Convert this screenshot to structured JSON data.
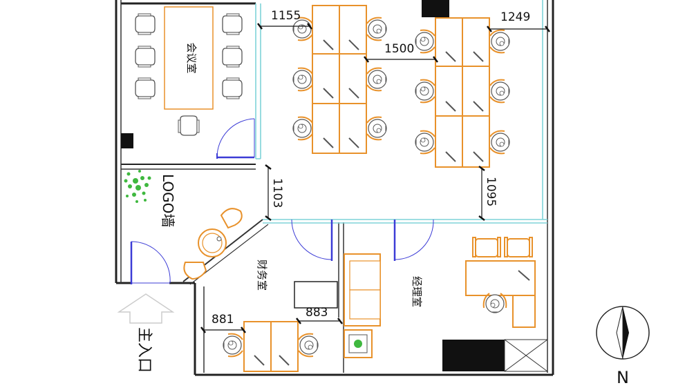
{
  "rooms": {
    "meeting": "会议室",
    "finance": "财务室",
    "manager": "经理室"
  },
  "wall_label": "LOGO墙",
  "entrance": "主入口",
  "north": "N",
  "dimensions": {
    "d1155": "1155",
    "d1500": "1500",
    "d1249": "1249",
    "d1103": "1103",
    "d1095": "1095",
    "d881": "881",
    "d883": "883"
  },
  "colors": {
    "wall": "#222222",
    "glass": "#7fd3d8",
    "furniture": "#e8912a",
    "door": "#3b3bd6",
    "chair": "#555555"
  }
}
